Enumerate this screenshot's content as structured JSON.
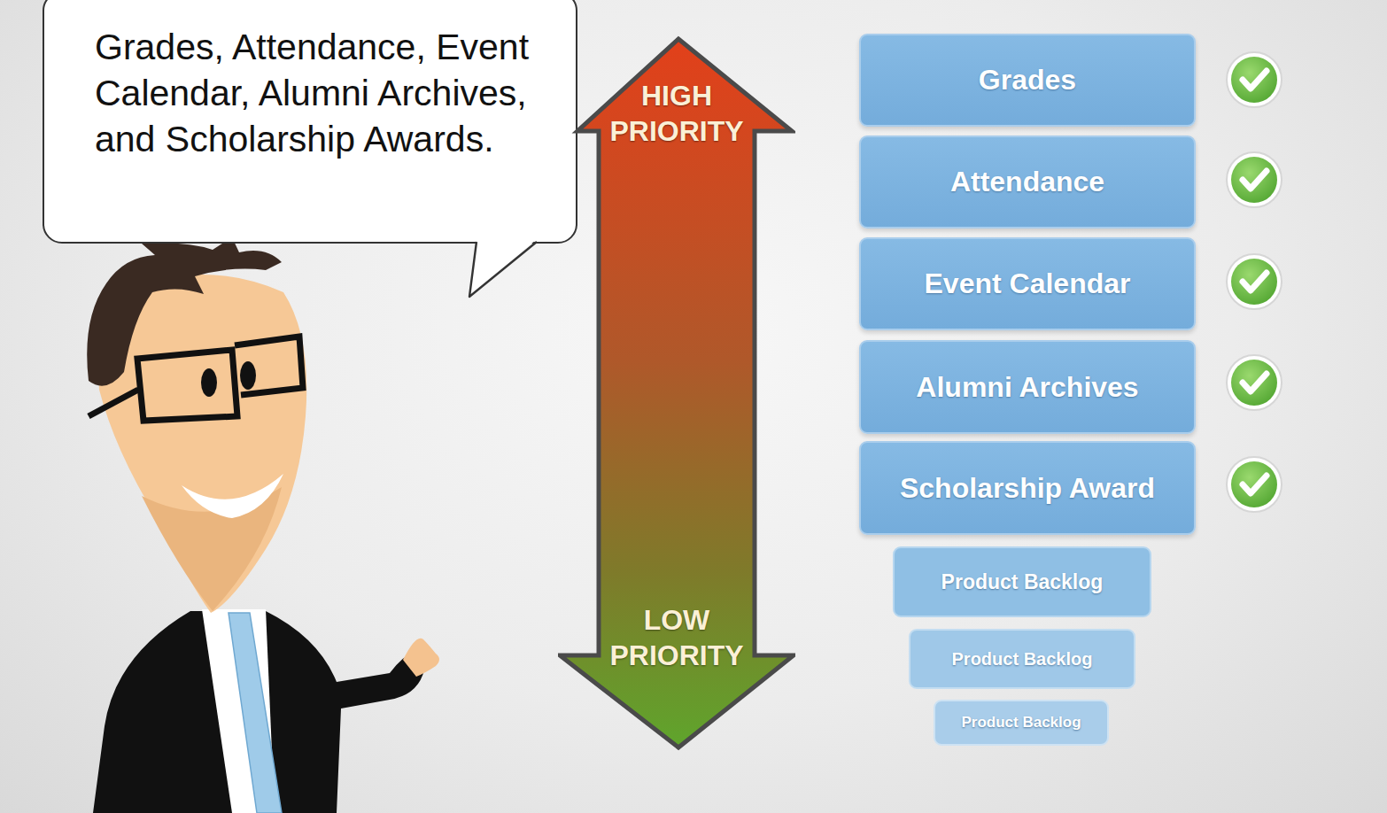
{
  "diagram": {
    "nodes": [
      {
        "text": [
          "Grades, Attendance, Event Calendar, Alumni Archives, and Scholarship Awards."
        ]
      },
      {
        "text": [
          "HIGH PRIORITY",
          "LOW PRIORITY"
        ]
      },
      {
        "text": [
          "Grades"
        ]
      },
      {
        "text": [
          "Attendance"
        ]
      },
      {
        "text": [
          "Event Calendar"
        ]
      },
      {
        "text": [
          "Alumni Archives"
        ]
      },
      {
        "text": [
          "Scholarship Award"
        ]
      },
      {
        "text": [
          "Product Backlog"
        ]
      },
      {
        "text": [
          "Product Backlog"
        ]
      },
      {
        "text": [
          "Product Backlog"
        ]
      }
    ]
  }
}
